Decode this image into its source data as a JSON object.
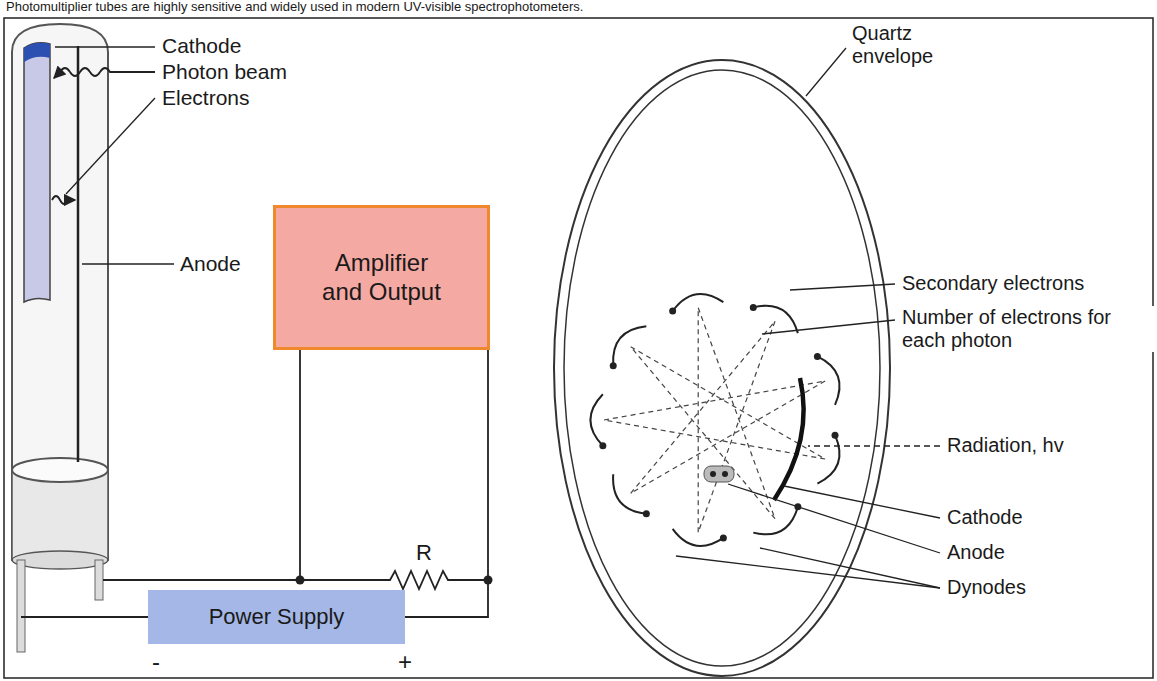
{
  "diagram": {
    "nodes": [
      {
        "text": [
          "Amplifier and Output"
        ]
      },
      {
        "text": [
          "Power Supply"
        ]
      }
    ],
    "edges": [
      {
        "from": 0,
        "to": 1,
        "arrow": "none"
      }
    ],
    "labels": [
      "Photomultiplier tubes are highly sensitive and widely used in modern UV-visible spectrophotometers.",
      "Cathode",
      "Photon beam",
      "Electrons",
      "Anode",
      "R",
      "-",
      "+",
      "Quartz envelope",
      "Secondary electrons",
      "Number of electrons for each photon",
      "Radiation, hv",
      "Cathode",
      "Anode",
      "Dynodes"
    ]
  }
}
